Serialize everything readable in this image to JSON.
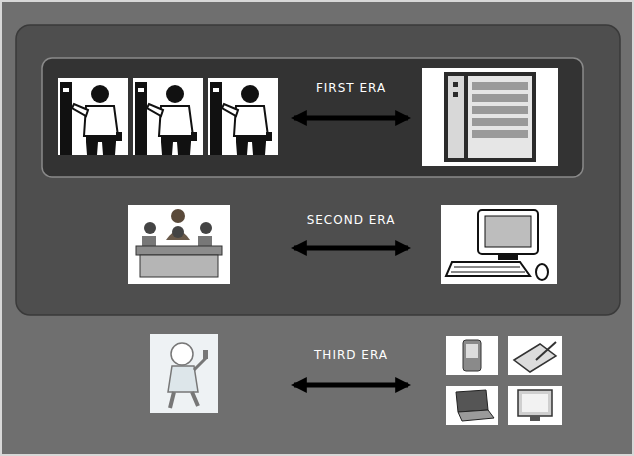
{
  "diagram": {
    "labels": [
      "FIRST ERA",
      "SECOND ERA",
      "THIRD ERA"
    ]
  }
}
